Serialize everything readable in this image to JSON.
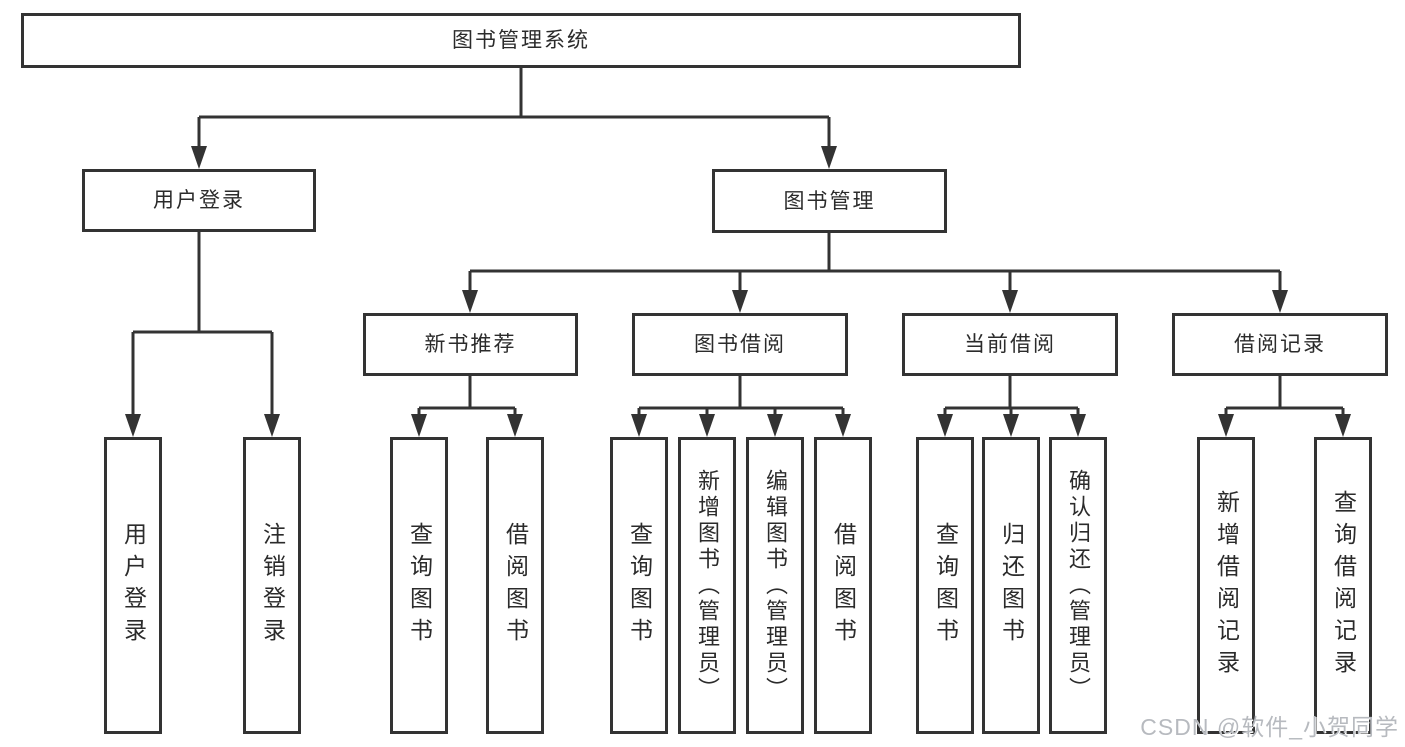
{
  "nodes": {
    "root": "图书管理系统",
    "user_login": "用户登录",
    "book_mgmt": "图书管理",
    "new_book_rec": "新书推荐",
    "book_borrow": "图书借阅",
    "current_borrow": "当前借阅",
    "borrow_record": "借阅记录",
    "leaf_user_login": "用户登录",
    "leaf_logout": "注销登录",
    "leaf_query_books_a": "查询图书",
    "leaf_borrow_books_a": "借阅图书",
    "leaf_query_books_b": "查询图书",
    "leaf_add_books": "新增图书（管理员）",
    "leaf_edit_books": "编辑图书（管理员）",
    "leaf_borrow_books_b": "借阅图书",
    "leaf_query_books_c": "查询图书",
    "leaf_return_books": "归还图书",
    "leaf_confirm_return": "确认归还（管理员）",
    "leaf_add_record": "新增借阅记录",
    "leaf_query_record": "查询借阅记录"
  },
  "watermark": "CSDN @软件_小贺同学",
  "colors": {
    "line": "#333333",
    "text": "#2b2b2b",
    "background": "#ffffff",
    "watermark": "#b7babf"
  }
}
